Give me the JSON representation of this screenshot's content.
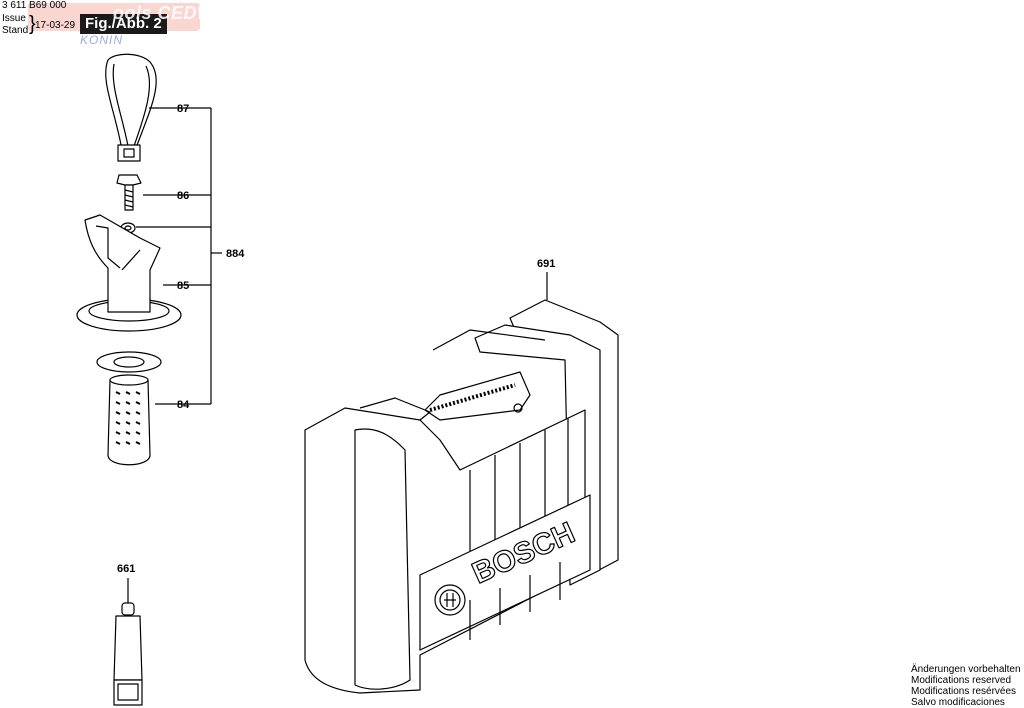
{
  "header": {
    "part_code": "3 611 B69 000",
    "issue_label": "Issue",
    "stand_label": "Stand",
    "date": "17-03-29",
    "figure_label": "Fig./Abb. 2",
    "watermark_main": "ools CEDW",
    "watermark_sub": "KONIN"
  },
  "parts": {
    "p87": "87",
    "p86": "86",
    "p884": "884",
    "p85": "85",
    "p84": "84",
    "p661": "661",
    "p691": "691"
  },
  "case": {
    "brand": "BOSCH"
  },
  "footer": {
    "lines": [
      "Änderungen vorbehalten",
      "Modifications reserved",
      "Modifications resérvées",
      "Salvo modificaciones"
    ]
  }
}
